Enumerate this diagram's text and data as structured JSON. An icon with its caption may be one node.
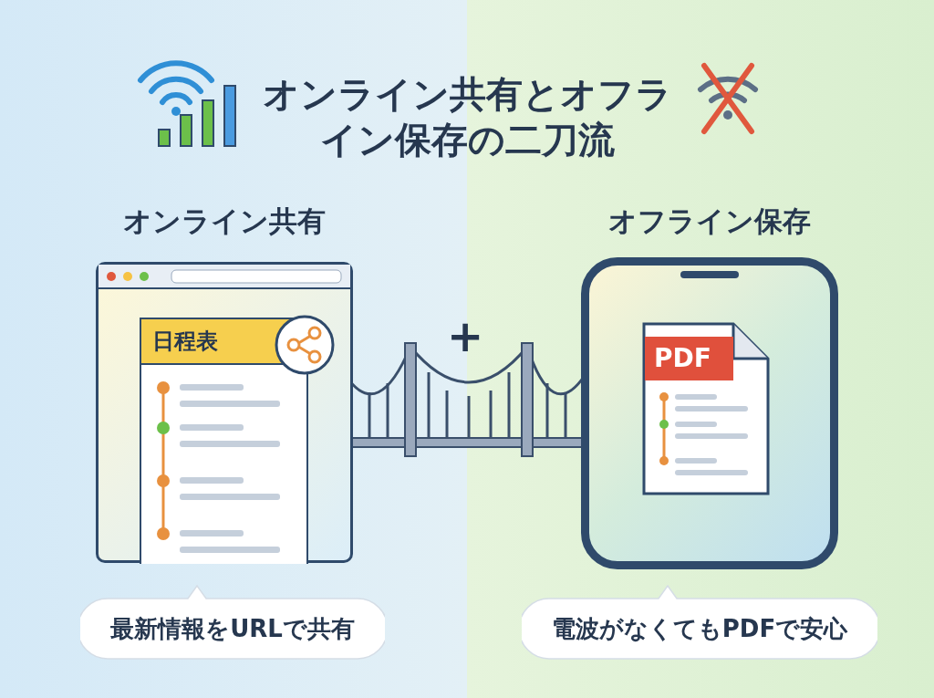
{
  "diagram": {
    "title": "オンライン共有とオフライン保存の二刀流",
    "nodes": [
      {
        "text": [
          "オンライン共有"
        ]
      },
      {
        "text": [
          "日程表"
        ],
        "in": 0
      },
      {
        "text": [
          "オフライン保存"
        ]
      },
      {
        "text": [
          "PDF"
        ],
        "in": 2
      },
      {
        "text": [
          "最新情報をURLで共有"
        ]
      },
      {
        "text": [
          "電波がなくてもPDFで安心"
        ]
      }
    ],
    "labels": [
      "+"
    ]
  }
}
